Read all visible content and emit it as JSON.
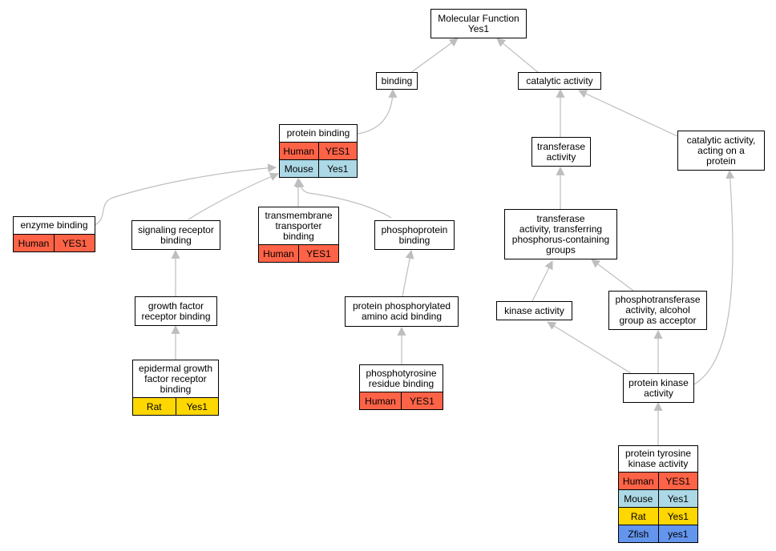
{
  "colors": {
    "Human": "#FF6347",
    "Mouse": "#ADD8E6",
    "Rat": "#FFD700",
    "Zfish": "#6495ED",
    "edge": "#BEBEBE"
  },
  "nodes": {
    "mf": {
      "label": "Molecular Function\nYes1",
      "rows": []
    },
    "binding": {
      "label": "binding",
      "rows": []
    },
    "catalytic": {
      "label": "catalytic activity",
      "rows": []
    },
    "protein_binding": {
      "label": "protein binding",
      "rows": [
        {
          "species": "Human",
          "gene": "YES1"
        },
        {
          "species": "Mouse",
          "gene": "Yes1"
        }
      ]
    },
    "transferase": {
      "label": "transferase\nactivity",
      "rows": []
    },
    "cat_protein": {
      "label": "catalytic activity,\nacting on a\nprotein",
      "rows": []
    },
    "enzyme_binding": {
      "label": "enzyme binding",
      "rows": [
        {
          "species": "Human",
          "gene": "YES1"
        }
      ]
    },
    "signaling": {
      "label": "signaling receptor\nbinding",
      "rows": []
    },
    "transmembrane": {
      "label": "transmembrane\ntransporter\nbinding",
      "rows": [
        {
          "species": "Human",
          "gene": "YES1"
        }
      ]
    },
    "phosphoprotein": {
      "label": "phosphoprotein\nbinding",
      "rows": []
    },
    "transferase_p": {
      "label": "transferase\nactivity, transferring\nphosphorus-containing\ngroups",
      "rows": []
    },
    "growth": {
      "label": "growth factor\nreceptor binding",
      "rows": []
    },
    "phospho_aa": {
      "label": "protein phosphorylated\namino acid binding",
      "rows": []
    },
    "kinase": {
      "label": "kinase activity",
      "rows": []
    },
    "phosphotransferase": {
      "label": "phosphotransferase\nactivity, alcohol\ngroup as acceptor",
      "rows": []
    },
    "egf": {
      "label": "epidermal growth\nfactor receptor\nbinding",
      "rows": [
        {
          "species": "Rat",
          "gene": "Yes1"
        }
      ]
    },
    "ptyr": {
      "label": "phosphotyrosine\nresidue binding",
      "rows": [
        {
          "species": "Human",
          "gene": "YES1"
        }
      ]
    },
    "pkinase": {
      "label": "protein kinase\nactivity",
      "rows": []
    },
    "ptk": {
      "label": "protein tyrosine\nkinase activity",
      "rows": [
        {
          "species": "Human",
          "gene": "YES1"
        },
        {
          "species": "Mouse",
          "gene": "Yes1"
        },
        {
          "species": "Rat",
          "gene": "Yes1"
        },
        {
          "species": "Zfish",
          "gene": "yes1"
        }
      ]
    }
  }
}
